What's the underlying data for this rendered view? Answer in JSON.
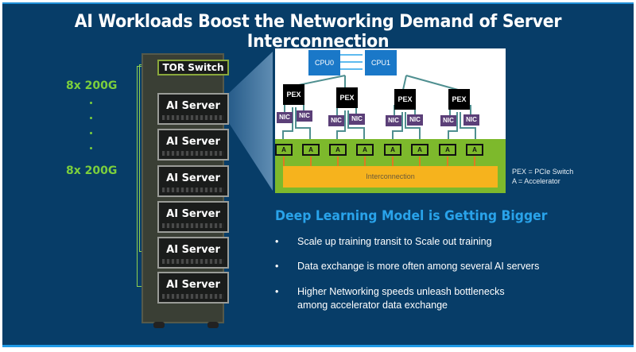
{
  "title": "AI Workloads Boost the Networking Demand of Server Interconnection",
  "left_labels": {
    "top_speed": "8x 200G",
    "bottom_speed": "8x 200G"
  },
  "rack": {
    "tor_label": "TOR Switch",
    "servers": [
      "AI Server",
      "AI Server",
      "AI Server",
      "AI Server",
      "AI Server",
      "AI Server"
    ]
  },
  "topology": {
    "cpus": [
      "CPU0",
      "CPU1"
    ],
    "pex_label": "PEX",
    "nic_label": "NIC",
    "accelerator_label": "A",
    "interconnect_label": "Interconnection",
    "pex_count": 4,
    "nic_count": 8,
    "accelerator_count": 8
  },
  "legend": [
    "PEX = PCIe Switch",
    "A = Accelerator"
  ],
  "section": {
    "heading": "Deep Learning Model is Getting Bigger",
    "bullets": [
      "Scale up training transit to Scale out training",
      "Data exchange is more often among several AI servers",
      "Higher Networking speeds unleash bottlenecks among accelerator data exchange"
    ]
  },
  "colors": {
    "background": "#073d68",
    "accent_green": "#7ccf3c",
    "heading_blue": "#29a3ea",
    "cpu_blue": "#1a78c8",
    "nic_purple": "#5b3f78",
    "interconnect_yellow": "#f6b31d"
  }
}
